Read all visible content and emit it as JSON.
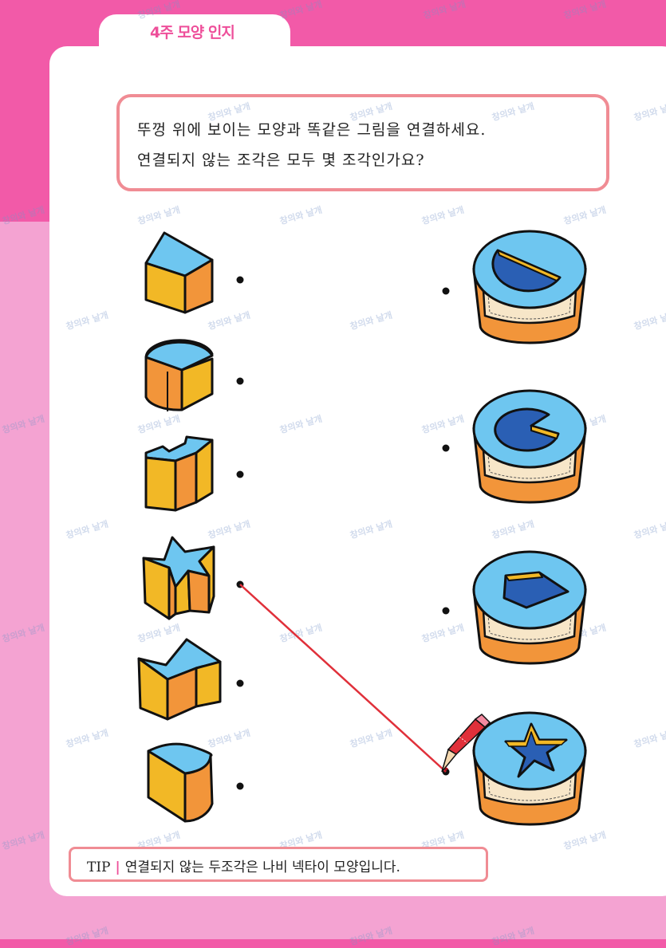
{
  "header": {
    "tab_label": "4주 모양 인지"
  },
  "instructions": {
    "line1": "뚜껑 위에 보이는 모양과 똑같은 그림을 연결하세요.",
    "line2": "연결되지 않는 조각은 모두 몇 조각인가요?"
  },
  "left_pieces": [
    {
      "icon": "pentagon-prism-icon"
    },
    {
      "icon": "pacman-cylinder-icon"
    },
    {
      "icon": "zigzag-block-icon"
    },
    {
      "icon": "star-prism-icon"
    },
    {
      "icon": "bowtie-prism-icon"
    },
    {
      "icon": "half-cylinder-icon"
    }
  ],
  "right_boxes": [
    {
      "icon": "semicircle-lid-box-icon"
    },
    {
      "icon": "pacman-lid-box-icon"
    },
    {
      "icon": "pentagon-lid-box-icon"
    },
    {
      "icon": "star-lid-box-icon"
    }
  ],
  "tip": {
    "label": "TIP",
    "separator": "|",
    "text": "연결되지 않는 두조각은 나비 넥타이 모양입니다."
  },
  "watermark": "창의와 날개",
  "colors": {
    "pink": "#f25aa8",
    "light_pink": "#f4a3d2",
    "border_pink": "#f08c94",
    "sky_blue": "#6ec6f0",
    "orange": "#f2953a",
    "yellow": "#f2b826",
    "line_red": "#e0303a"
  }
}
